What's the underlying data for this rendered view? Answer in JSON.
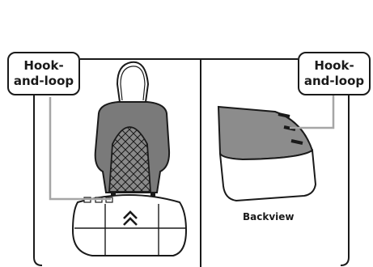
{
  "callouts": {
    "left": {
      "line1": "Hook-",
      "line2": "and-loop"
    },
    "right": {
      "line1": "Hook-",
      "line2": "and-loop"
    }
  },
  "panels": {
    "right": {
      "caption": "Backview"
    }
  },
  "colors": {
    "outline": "#1a1a1a",
    "seat_gray": "#7a7a7a",
    "cushion_gray": "#8c8c8c",
    "leader_line": "#a6a6a6",
    "background": "#ffffff"
  }
}
